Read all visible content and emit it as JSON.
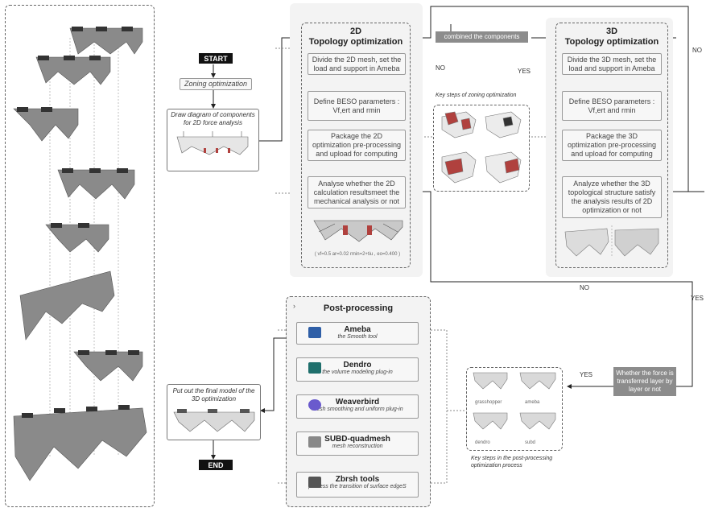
{
  "flow": {
    "start": "START",
    "end": "END",
    "zoning": "Zoning optimization",
    "draw_diagram": "Draw  diagram of components for 2D force analysis",
    "put_out": "Put out the final model of the 3D optimization"
  },
  "topo2d": {
    "title_line1": "2D",
    "title_line2": "Topology optimization",
    "step1": "Divide the 2D mesh, set the load and support  in Ameba",
    "step2": "Define BESO parameters : Vf,ert and rmin",
    "step3": "Package the 2D optimization pre-processing and upload for computing",
    "step4": "Analyse whether the 2D calculation resultsmeet the mechanical analysis or not",
    "params": "( vf=0.5  ar=0.02   rmin=2+tiu , eo=0.400 )"
  },
  "topo3d": {
    "title_line1": "3D",
    "title_line2": "Topology optimization",
    "step1": "Divide the 3D mesh, set the load and support  in Ameba",
    "step2": "Define BESO parameters : Vf,ert and rmin",
    "step3": "Package the 3D optimization pre-processing and upload for computing",
    "step4": "Analyze whether the 3D topological structure satisfy the analysis results of 2D optimization or not"
  },
  "middle": {
    "combined": "combined the components",
    "key_steps": "Key steps of zoning optimization",
    "no": "NO",
    "yes": "YES"
  },
  "decision": {
    "text": "Whether the force is transferred layer by layer or not",
    "no_top": "NO",
    "yes_right": "YES",
    "no_mid": "NO",
    "yes_left": "YES"
  },
  "postprocessing": {
    "title": "Post-processing",
    "steps": [
      {
        "name": "Ameba",
        "sub": "the Smooth tool",
        "icon": "ameba-icon"
      },
      {
        "name": "Dendro",
        "sub": "the volume modeling plug-in",
        "icon": "dendro-icon"
      },
      {
        "name": "Weaverbird",
        "sub": "mesh smoothing and uniform plug-in",
        "icon": "weaverbird-icon"
      },
      {
        "name": "SUBD-quadmesh",
        "sub": "mesh reconstruction",
        "icon": "subd-icon"
      },
      {
        "name": "Zbrsh tools",
        "sub": "process the transition of surface edgeS",
        "icon": "zbrush-icon"
      }
    ]
  },
  "pp_steps": {
    "labels": [
      "grasshopper",
      "ameba",
      "dendro",
      "subd"
    ],
    "caption": "Key steps in the post-processing optimization process"
  },
  "colors": {
    "accent_red": "#b0413e",
    "model_grey": "#6d6d6d",
    "panel_bg": "#f3f3f3"
  }
}
